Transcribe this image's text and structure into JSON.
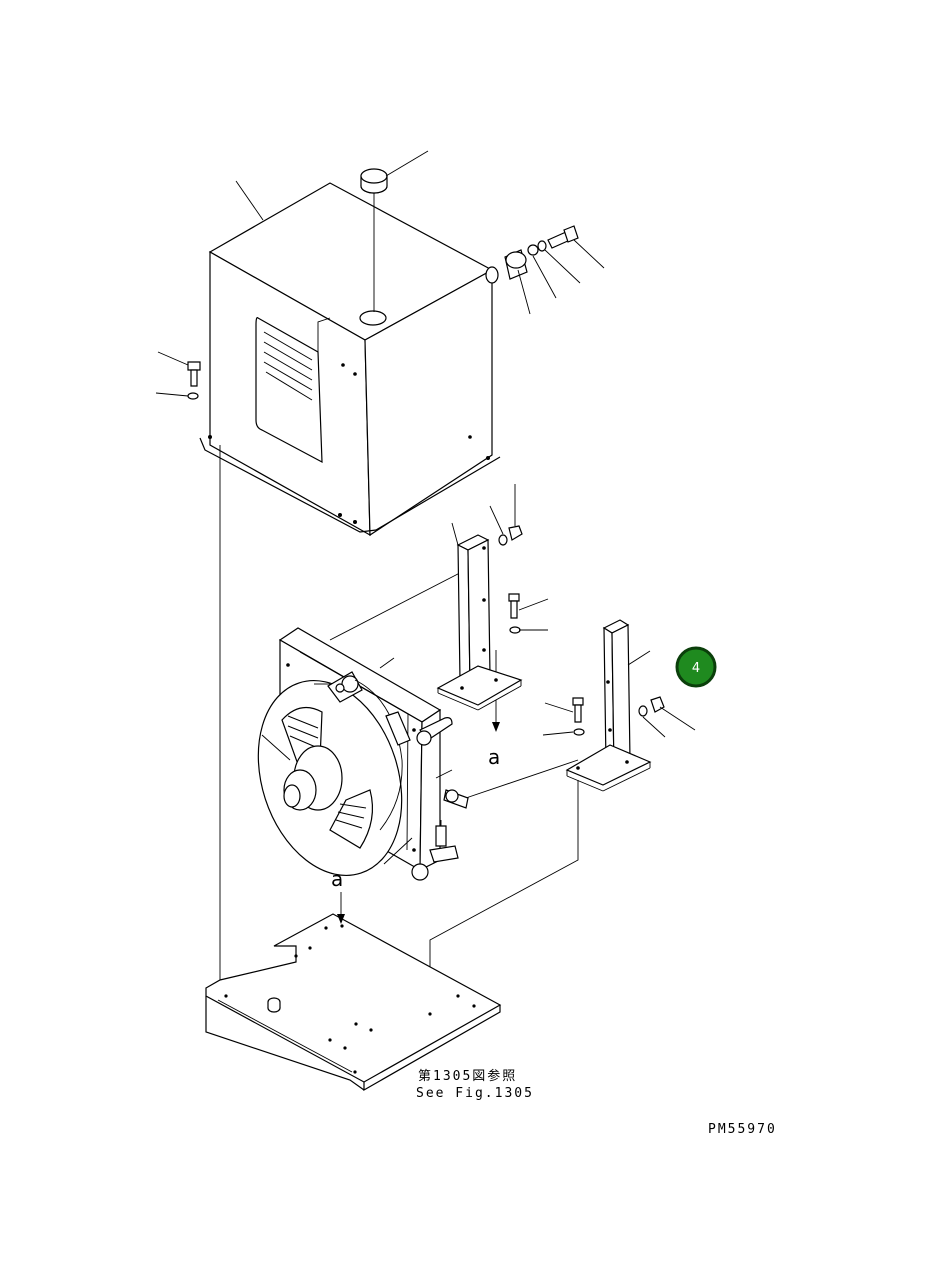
{
  "callout_badge": {
    "label": "4",
    "color": "#1f8a1f"
  },
  "view_marks": {
    "upper": "a",
    "lower": "a"
  },
  "reference": {
    "line1": "第1305図参照",
    "line2": "See Fig.1305"
  },
  "drawing_number": "PM55970"
}
